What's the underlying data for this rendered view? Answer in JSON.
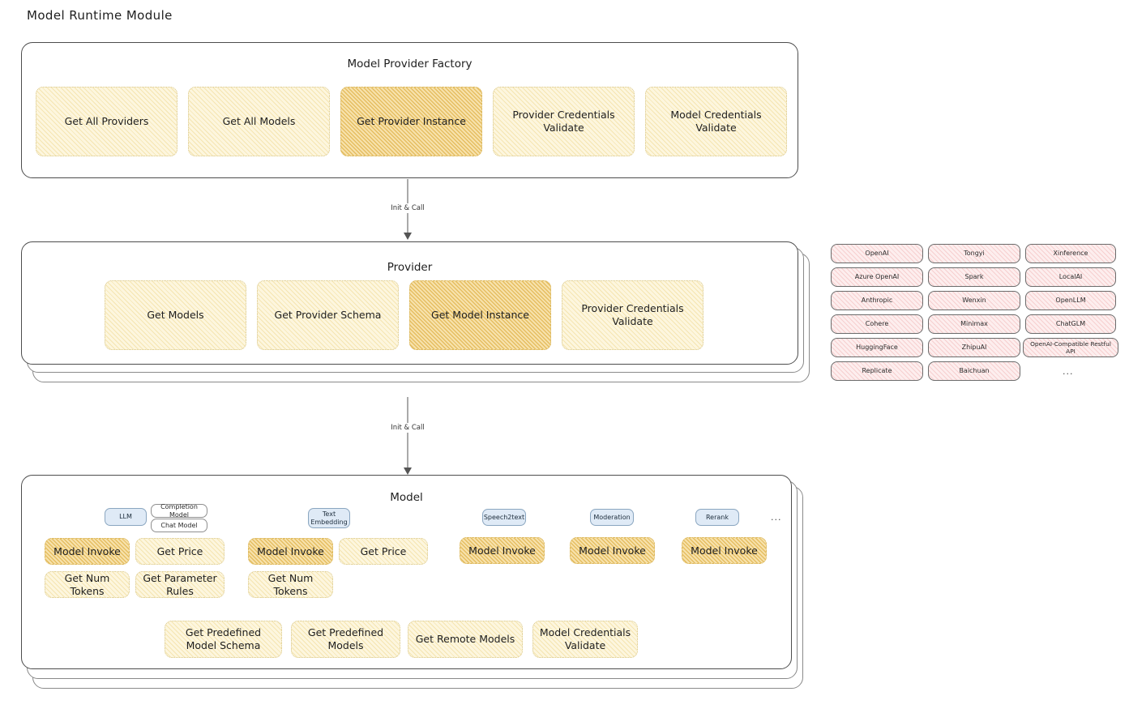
{
  "page": {
    "title": "Model Runtime Module"
  },
  "factory": {
    "title": "Model Provider Factory",
    "nodes": [
      {
        "label": "Get All Providers",
        "highlight": false
      },
      {
        "label": "Get All Models",
        "highlight": false
      },
      {
        "label": "Get Provider Instance",
        "highlight": true
      },
      {
        "label": "Provider Credentials Validate",
        "highlight": false
      },
      {
        "label": "Model Credentials Validate",
        "highlight": false
      }
    ]
  },
  "connector1": {
    "label": "Init & Call"
  },
  "provider": {
    "title": "Provider",
    "nodes": [
      {
        "label": "Get Models",
        "highlight": false
      },
      {
        "label": "Get Provider Schema",
        "highlight": false
      },
      {
        "label": "Get Model Instance",
        "highlight": true
      },
      {
        "label": "Provider Credentials Validate",
        "highlight": false
      }
    ]
  },
  "connector2": {
    "label": "Init & Call"
  },
  "provider_tags": {
    "ellipsis": "...",
    "columns": [
      {
        "items": [
          "OpenAI",
          "Azure OpenAI",
          "Anthropic",
          "Cohere",
          "HuggingFace",
          "Replicate"
        ]
      },
      {
        "items": [
          "Tongyi",
          "Spark",
          "Wenxin",
          "Minimax",
          "ZhipuAI",
          "Baichuan"
        ]
      },
      {
        "items": [
          "Xinference",
          "LocalAI",
          "OpenLLM",
          "ChatGLM",
          "OpenAI-Compatible Restful API"
        ]
      }
    ]
  },
  "model": {
    "title": "Model",
    "ellipsis": "...",
    "types": [
      {
        "badge": "LLM",
        "sub_badges": [
          "Completion Model",
          "Chat Model"
        ],
        "ops": [
          {
            "label": "Model Invoke",
            "highlight": true
          },
          {
            "label": "Get Price",
            "highlight": false
          },
          {
            "label": "Get Num Tokens",
            "highlight": false
          },
          {
            "label": "Get Parameter Rules",
            "highlight": false
          }
        ]
      },
      {
        "badge": "Text Embedding",
        "sub_badges": [],
        "ops": [
          {
            "label": "Model Invoke",
            "highlight": true
          },
          {
            "label": "Get Price",
            "highlight": false
          },
          {
            "label": "Get Num Tokens",
            "highlight": false
          }
        ]
      },
      {
        "badge": "Speech2text",
        "sub_badges": [],
        "ops": [
          {
            "label": "Model Invoke",
            "highlight": true
          }
        ]
      },
      {
        "badge": "Moderation",
        "sub_badges": [],
        "ops": [
          {
            "label": "Model Invoke",
            "highlight": true
          }
        ]
      },
      {
        "badge": "Rerank",
        "sub_badges": [],
        "ops": [
          {
            "label": "Model Invoke",
            "highlight": true
          }
        ]
      }
    ],
    "common_ops": [
      {
        "label": "Get Predefined Model Schema",
        "highlight": false
      },
      {
        "label": "Get Predefined Models",
        "highlight": false
      },
      {
        "label": "Get Remote Models",
        "highlight": false
      },
      {
        "label": "Model Credentials Validate",
        "highlight": false
      }
    ]
  }
}
